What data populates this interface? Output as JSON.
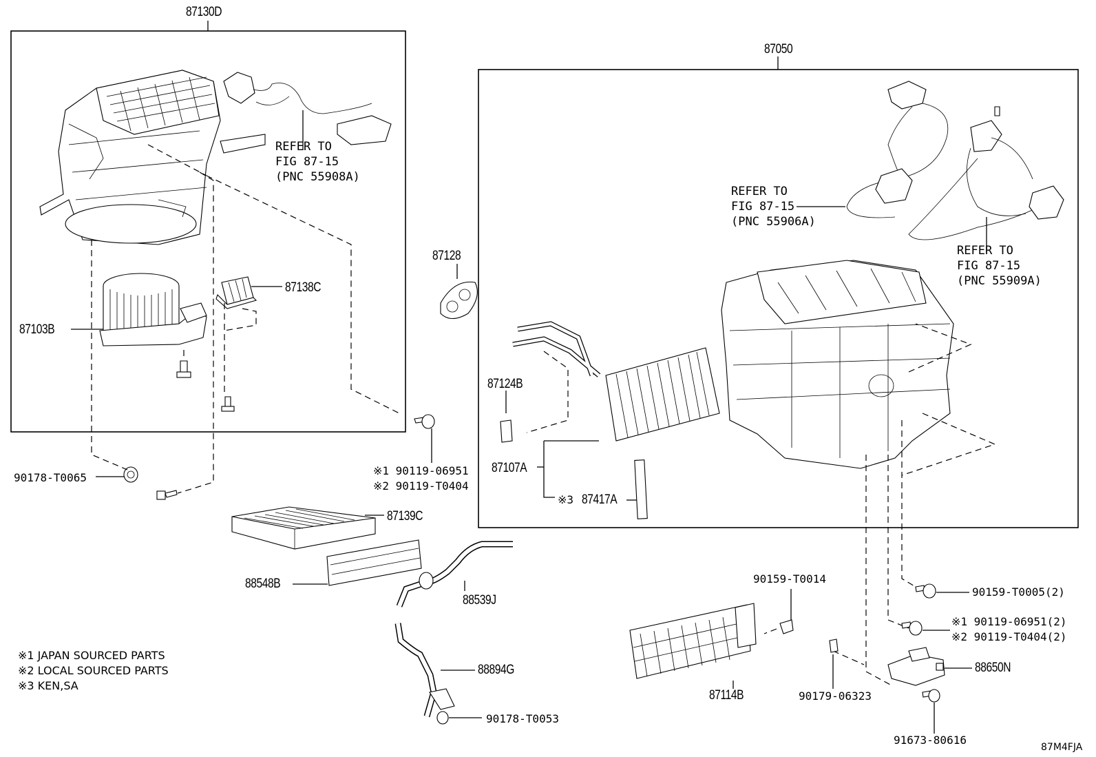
{
  "diagram": {
    "code": "87M4FJA",
    "groups": {
      "left_box": "87130D",
      "right_box": "87050"
    },
    "parts": {
      "p87130D": "87130D",
      "p87050": "87050",
      "p87128": "87128",
      "p87138C": "87138C",
      "p87103B": "87103B",
      "p87124B": "87124B",
      "p87107A": "87107A",
      "p87417A": "87417A",
      "p87417A_mark": "※3",
      "p87139C": "87139C",
      "p88548B": "88548B",
      "p88539J": "88539J",
      "p88894G": "88894G",
      "p90178T0053": "90178-T0053",
      "p90178T0065": "90178-T0065",
      "p9011906951_a": "※1 90119-06951",
      "p90119T0404_a": "※2 90119-T0404",
      "p90159T0014": "90159-T0014",
      "p90159T0005": "90159-T0005(2)",
      "p9011906951_b": "※1 90119-06951(2)",
      "p90119T0404_b": "※2 90119-T0404(2)",
      "p87114B": "87114B",
      "p9017906323": "90179-06323",
      "p88650N": "88650N",
      "p9167380616": "91673-80616"
    },
    "refs": {
      "ref1": [
        "REFER TO",
        "FIG 87-15",
        "(PNC 55908A)"
      ],
      "ref2": [
        "REFER TO",
        "FIG 87-15",
        "(PNC 55906A)"
      ],
      "ref3": [
        "REFER TO",
        "FIG 87-15",
        "(PNC 55909A)"
      ]
    },
    "notes": [
      "※1 JAPAN SOURCED PARTS",
      "※2 LOCAL SOURCED PARTS",
      "※3 KEN,SA"
    ]
  }
}
